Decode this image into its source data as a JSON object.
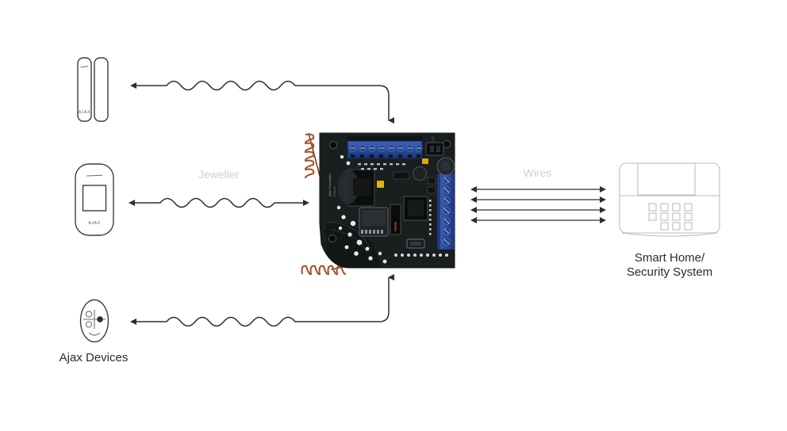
{
  "diagram": {
    "title": "Ajax Transmitter wireless-to-wired integration diagram",
    "background": "#ffffff"
  },
  "labels": {
    "ajax_devices": "Ajax Devices",
    "jeweller": "Jeweller",
    "wires": "Wires",
    "smart_home": "Smart Home/\nSecurity System"
  },
  "devices": {
    "door_sensor": {
      "name": "DoorProtect opening detector",
      "brand": "AJAX"
    },
    "motion_sensor": {
      "name": "MotionProtect motion detector",
      "brand": "AJAX"
    },
    "keyfob": {
      "name": "SpaceControl key fob"
    },
    "panel": {
      "name": "Smart home / security system control panel"
    },
    "board": {
      "name": "Ajax Transmitter integration module board"
    }
  },
  "colors": {
    "stroke": "#3c3c3c",
    "faint_text": "#cfcfcf",
    "text": "#2b2b2b",
    "terminal_blue": "#2a4a9c",
    "antenna_copper": "#8d4a2a",
    "pcb_dark": "#17191b"
  },
  "connections": [
    {
      "from": "door_sensor",
      "to": "board",
      "type": "wireless",
      "protocol": "Jeweller",
      "direction": "bidirectional-wave"
    },
    {
      "from": "motion_sensor",
      "to": "board",
      "type": "wireless",
      "protocol": "Jeweller",
      "direction": "bidirectional-wave"
    },
    {
      "from": "keyfob",
      "to": "board",
      "type": "wireless",
      "protocol": "Jeweller",
      "direction": "bidirectional-wave"
    },
    {
      "from": "board",
      "to": "panel",
      "type": "wired",
      "protocol": "Wires",
      "lines": 4,
      "direction": "bidirectional"
    }
  ]
}
